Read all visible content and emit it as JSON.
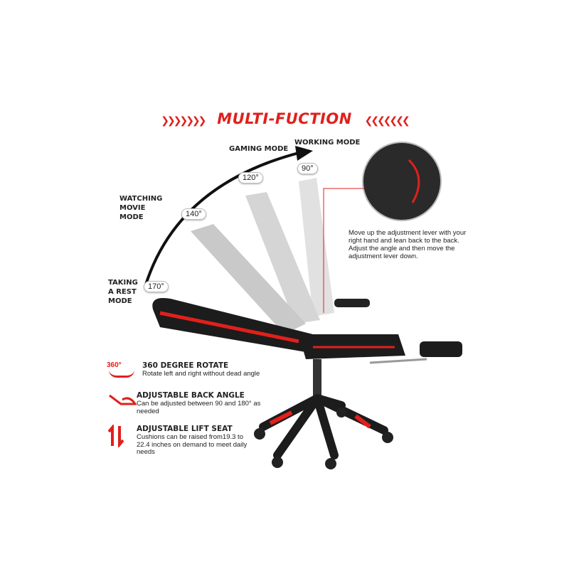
{
  "title": "MULTI-FUCTION",
  "modes": [
    {
      "label": "WORKING MODE",
      "angle": "90°"
    },
    {
      "label": "GAMING MODE",
      "angle": "120°"
    },
    {
      "label": "WATCHING MOVIE MODE",
      "angle": "140°"
    },
    {
      "label": "TAKING A REST MODE",
      "angle": "170°"
    }
  ],
  "lever_note": "Move up the adjustment lever with your right hand and lean back to the back. Adjust the angle and then move the adjustment lever down.",
  "features": [
    {
      "icon": "rotate-360-icon",
      "icon_text": "360°",
      "title": "360 DEGREE ROTATE",
      "desc": "Rotate left and right without dead angle"
    },
    {
      "icon": "back-angle-icon",
      "title": "ADJUSTABLE BACK ANGLE",
      "desc": "Can be adjusted between 90 and 180° as needed"
    },
    {
      "icon": "lift-arrows-icon",
      "title": "ADJUSTABLE LIFT SEAT",
      "desc": "Cushions can be raised from19.3 to 22.4 inches on demand to meet daily needs"
    }
  ],
  "colors": {
    "accent": "#e0201c",
    "chair": "#1c1c1c"
  }
}
